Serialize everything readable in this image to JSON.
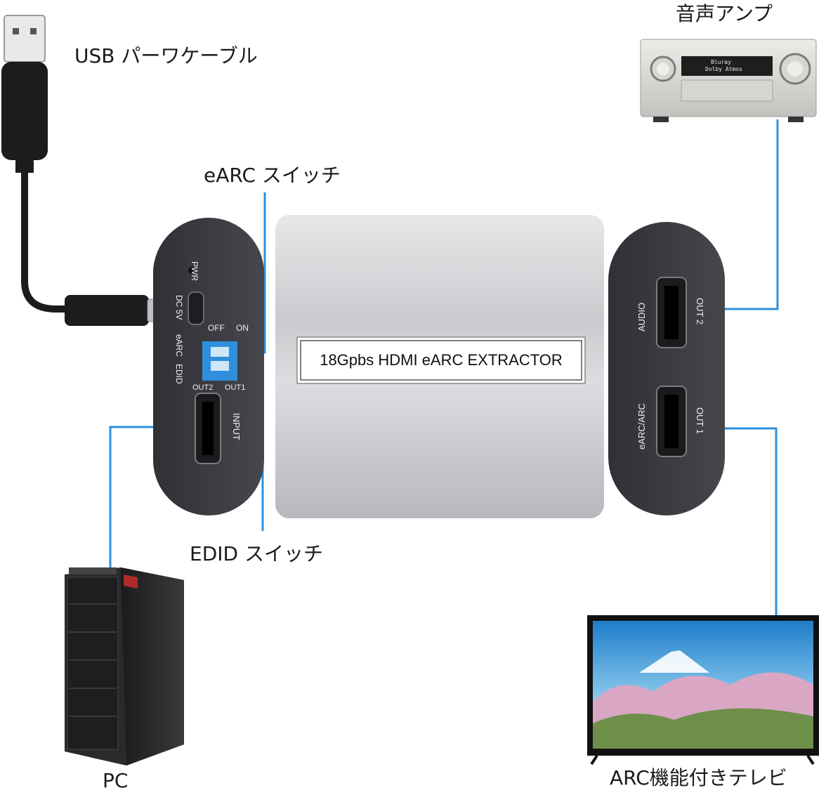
{
  "labels": {
    "usb_cable": "USB パーワケーブル",
    "audio_amp": "音声アンプ",
    "earc_switch": "eARC スイッチ",
    "edid_switch": "EDID スイッチ",
    "pc": "PC",
    "tv": "ARC機能付きテレビ"
  },
  "device": {
    "title": "18Gpbs HDMI eARC EXTRACTOR",
    "left_panel": {
      "pwr": "PWR",
      "dc": "DC 5V",
      "earc_edid_left": "eARC",
      "earc_edid_right": "EDID",
      "off": "OFF",
      "on": "ON",
      "out2": "OUT2",
      "out1": "OUT1",
      "input": "INPUT"
    },
    "right_panel": {
      "audio": "AUDIO",
      "out2": "OUT 2",
      "earc_arc": "eARC/ARC",
      "out1": "OUT 1"
    }
  },
  "amp_display": {
    "line1": "Bluray",
    "line2": "Dolby Atmos"
  },
  "colors": {
    "connector_line": "#2f8fdc",
    "panel": "#3d3f44",
    "body_silver": "#cfd0d3",
    "dip_switch": "#2f8fdc"
  },
  "icons": [
    "usb-cable-icon",
    "audio-amp-icon",
    "pc-tower-icon",
    "tv-icon",
    "hdmi-port-icon",
    "dip-switch-icon"
  ]
}
